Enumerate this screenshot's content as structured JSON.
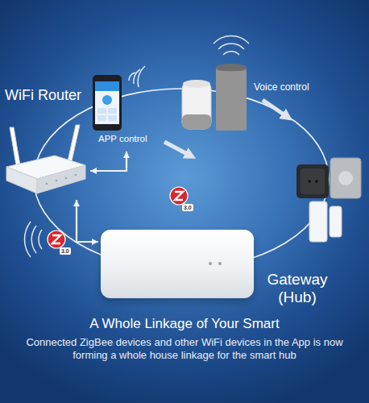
{
  "diagram": {
    "title": "A Whole Linkage of Your Smart",
    "caption": "Connected ZigBee devices and other WiFi devices in the App is now forming a whole house linkage for the smart hub",
    "nodes": [
      {
        "text": [
          "WiFi Router"
        ]
      },
      {
        "text": [
          "APP control"
        ]
      },
      {
        "text": [
          "Voice control"
        ]
      },
      {
        "text": [
          "Gateway (Hub)"
        ]
      }
    ],
    "edges": [
      {
        "from": 0,
        "to": 1,
        "arrow": "both"
      },
      {
        "from": 3,
        "to": 0,
        "arrow": "both"
      }
    ],
    "labels": [
      "3.0",
      "3.0"
    ]
  }
}
